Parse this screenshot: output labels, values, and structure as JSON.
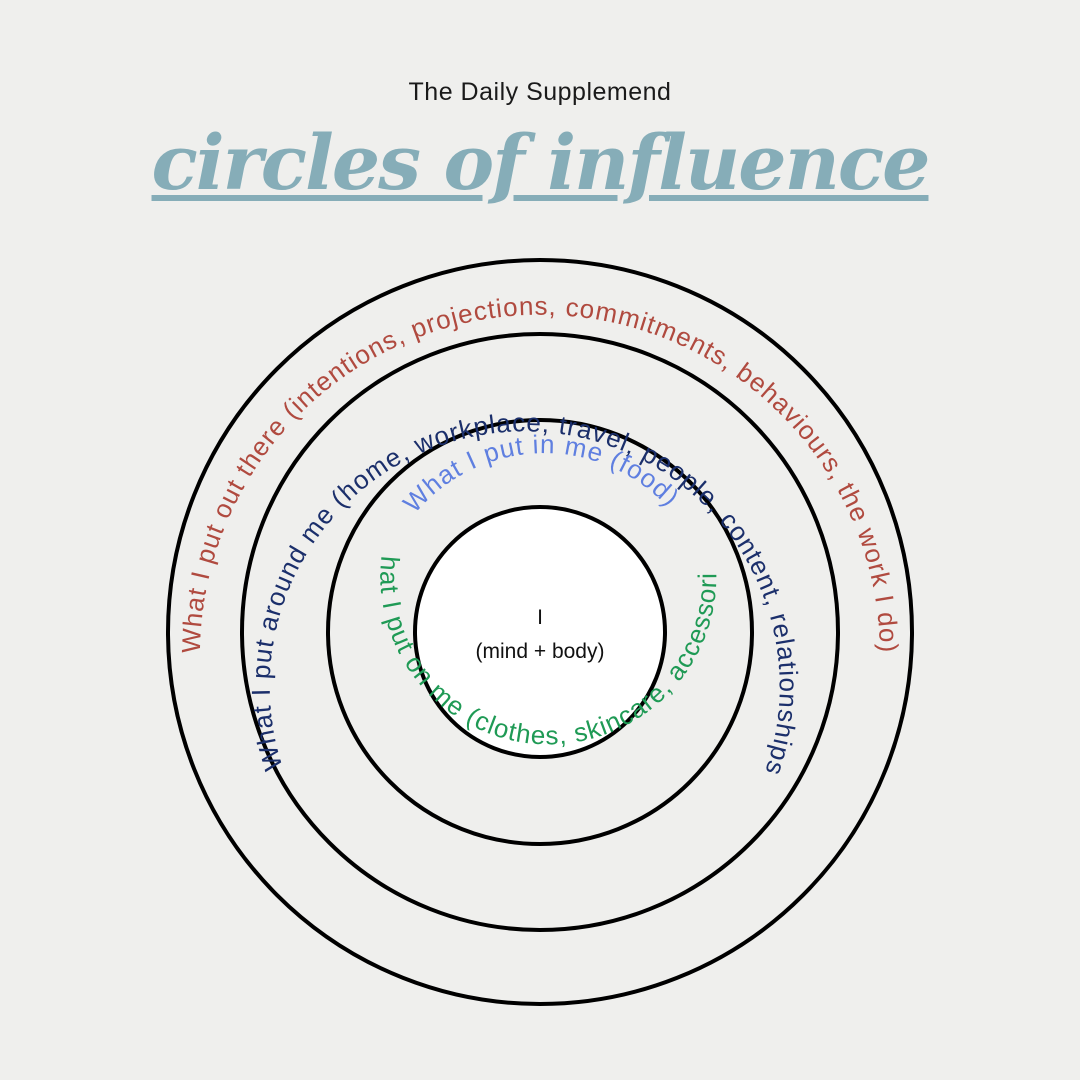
{
  "header": {
    "brand": "The Daily Supplemend",
    "title": "circles of influence"
  },
  "diagram": {
    "core": {
      "line1": "I",
      "line2": "(mind + body)"
    },
    "rings": {
      "outer": {
        "label": "What I put out there (intentions, projections, commitments, behaviours, the work I do)",
        "color": "#b04a3f"
      },
      "third": {
        "label": "What I put around me (home, workplace, travel, people, content, relationships",
        "color": "#1b2f6b"
      },
      "second_top": {
        "label": "What I put in me (food)",
        "color": "#5f7fe0"
      },
      "second_bottom": {
        "label": "What I put on me (clothes, skincare, accessories)",
        "color": "#1f9a55"
      }
    },
    "stroke_color": "#000000",
    "core_fill": "#ffffff"
  }
}
